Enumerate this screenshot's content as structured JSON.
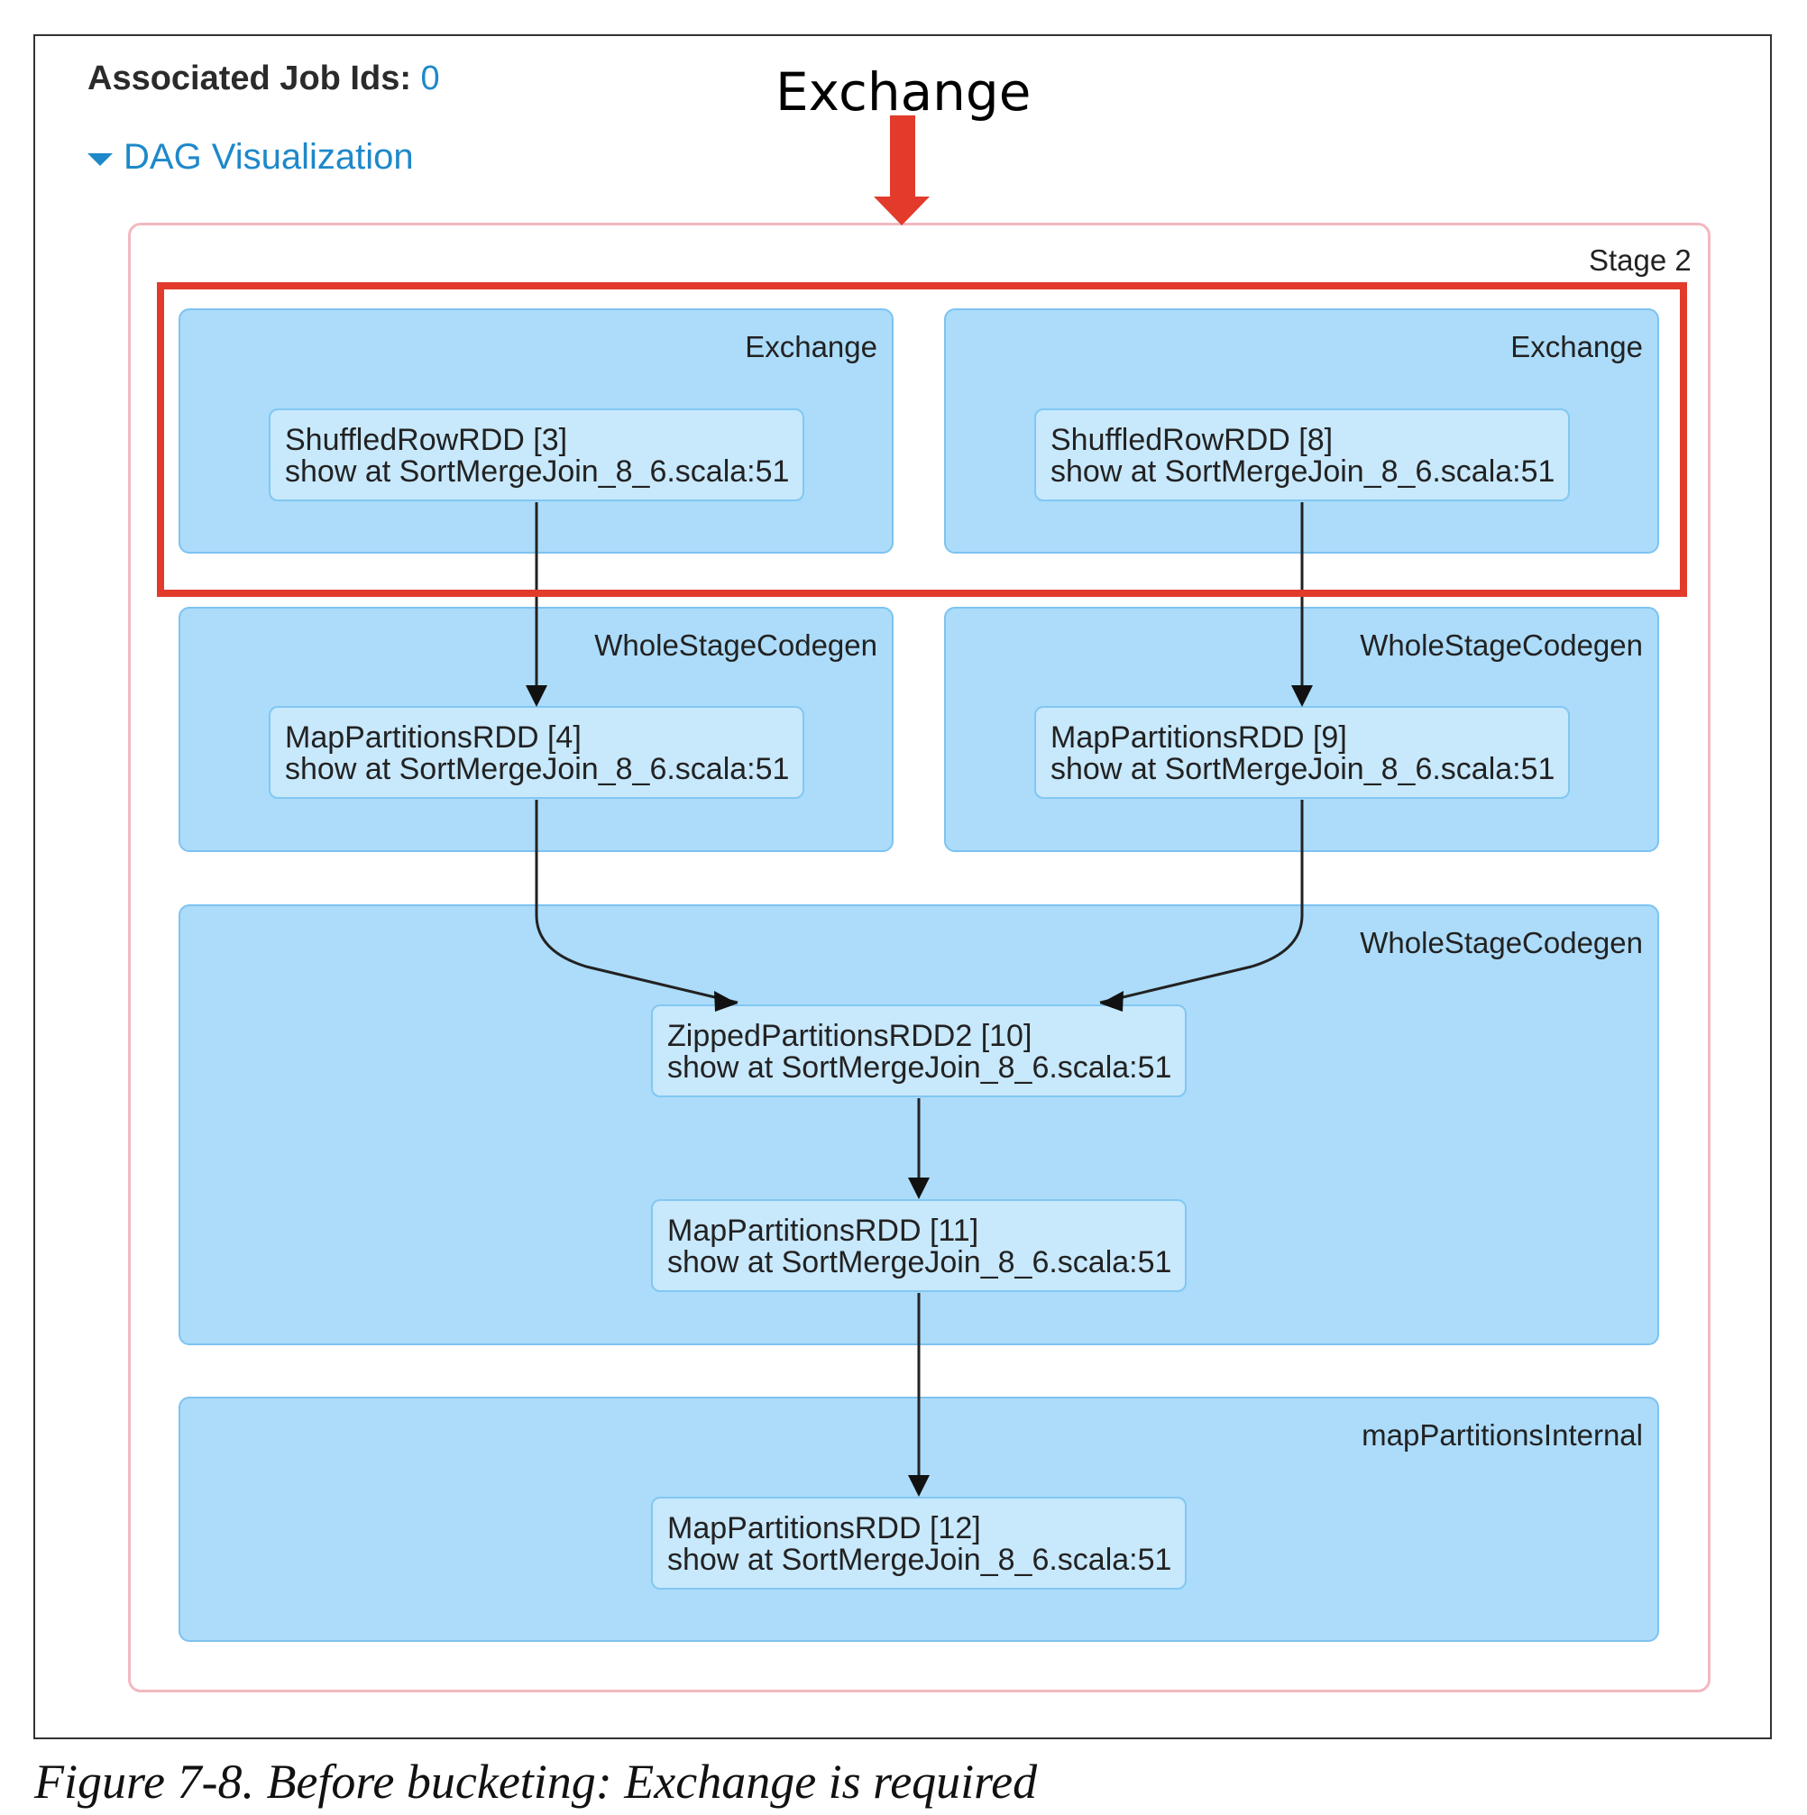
{
  "header": {
    "job_ids_label": "Associated Job Ids:",
    "job_ids_value": "0",
    "dag_toggle_label": "DAG Visualization"
  },
  "annotation": {
    "title": "Exchange",
    "arrow_color": "#e23b2c",
    "highlight_color": "#e23b2c"
  },
  "stage": {
    "label": "Stage 2"
  },
  "clusters": [
    {
      "label": "Exchange"
    },
    {
      "label": "Exchange"
    },
    {
      "label": "WholeStageCodegen"
    },
    {
      "label": "WholeStageCodegen"
    },
    {
      "label": "WholeStageCodegen"
    },
    {
      "label": "mapPartitionsInternal"
    }
  ],
  "nodes": [
    {
      "name": "ShuffledRowRDD [3]",
      "location": "show at SortMergeJoin_8_6.scala:51"
    },
    {
      "name": "ShuffledRowRDD [8]",
      "location": "show at SortMergeJoin_8_6.scala:51"
    },
    {
      "name": "MapPartitionsRDD [4]",
      "location": "show at SortMergeJoin_8_6.scala:51"
    },
    {
      "name": "MapPartitionsRDD [9]",
      "location": "show at SortMergeJoin_8_6.scala:51"
    },
    {
      "name": "ZippedPartitionsRDD2 [10]",
      "location": "show at SortMergeJoin_8_6.scala:51"
    },
    {
      "name": "MapPartitionsRDD [11]",
      "location": "show at SortMergeJoin_8_6.scala:51"
    },
    {
      "name": "MapPartitionsRDD [12]",
      "location": "show at SortMergeJoin_8_6.scala:51"
    }
  ],
  "caption": "Figure 7-8. Before bucketing: Exchange is required",
  "colors": {
    "cluster_fill": "#acdcfa",
    "node_fill": "#c8e8fc",
    "stage_border": "#f2b8c0",
    "link": "#1e88c9"
  }
}
